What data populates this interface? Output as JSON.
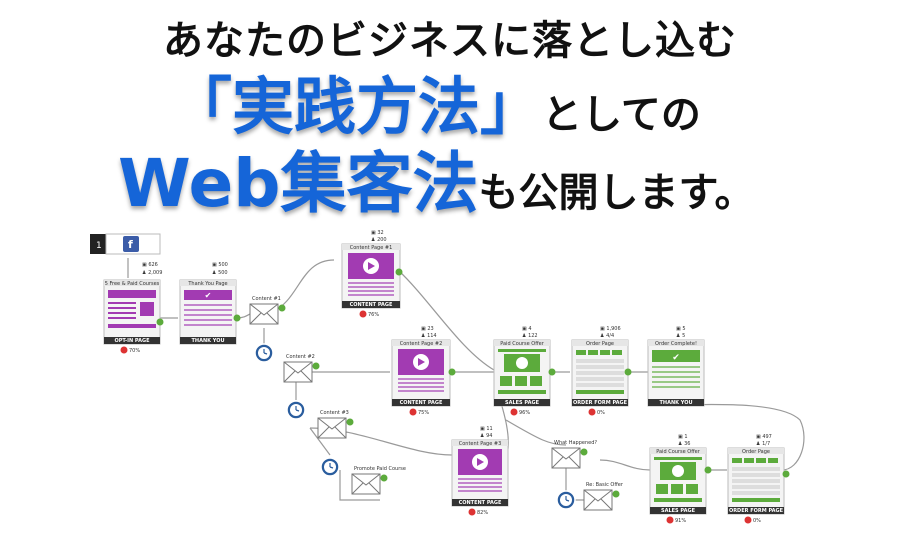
{
  "headline": {
    "line1": "あなたのビジネスに落とし込む",
    "line2_highlight": "「実践方法」",
    "line2_rest": "としての",
    "line3_highlight": "Web集客法",
    "line3_rest": "も公開します。"
  },
  "diagram": {
    "colors": {
      "purple": "#a23bb2",
      "green": "#5cab3c",
      "dark": "#333333",
      "blue": "#2a5d9e",
      "line": "#9a9a9a",
      "red": "#d33"
    },
    "nodes": [
      {
        "id": "optin",
        "title": "5 Free & Paid Courses",
        "label": "OPT-IN PAGE",
        "type": "optin",
        "stat": "70%"
      },
      {
        "id": "thankyou1",
        "title": "Thank You Page",
        "label": "THANK YOU",
        "type": "thankyou"
      },
      {
        "id": "content1",
        "title": "Content Page #1",
        "label": "CONTENT PAGE",
        "type": "content",
        "stat": "76%",
        "counts": [
          "32",
          "200"
        ]
      },
      {
        "id": "content2",
        "title": "Content Page #2",
        "label": "CONTENT PAGE",
        "type": "content",
        "stat": "75%",
        "counts": [
          "23",
          "114"
        ]
      },
      {
        "id": "content3",
        "title": "Content Page #3",
        "label": "CONTENT PAGE",
        "type": "content",
        "stat": "82%",
        "counts": [
          "11",
          "94"
        ]
      },
      {
        "id": "sales1",
        "title": "Paid Course Offer",
        "label": "SALES PAGE",
        "type": "sales",
        "stat": "96%",
        "counts": [
          "4",
          "122"
        ]
      },
      {
        "id": "order1",
        "title": "Order Page",
        "label": "ORDER FORM PAGE",
        "type": "order",
        "stat": "0%",
        "counts": [
          "1,906",
          "4/4"
        ]
      },
      {
        "id": "thankyou2",
        "title": "Order Complete!",
        "label": "THANK YOU",
        "type": "thankyou2",
        "counts": [
          "5",
          "5"
        ]
      },
      {
        "id": "sales2",
        "title": "Paid Course Offer",
        "label": "SALES PAGE",
        "type": "sales",
        "stat": "91%",
        "counts": [
          "1",
          "36"
        ]
      },
      {
        "id": "order2",
        "title": "Order Page",
        "label": "ORDER FORM PAGE",
        "type": "order",
        "stat": "0%",
        "counts": [
          "497",
          "1/7"
        ]
      }
    ],
    "email_labels": [
      "Content #1",
      "Content #2",
      "Content #3",
      "Promote Paid Course",
      "What Happened?",
      "Re: Basic Offer"
    ],
    "top_counts": [
      "626",
      "2,009"
    ],
    "mid_counts": [
      "500",
      "500"
    ],
    "step_number": "1"
  }
}
